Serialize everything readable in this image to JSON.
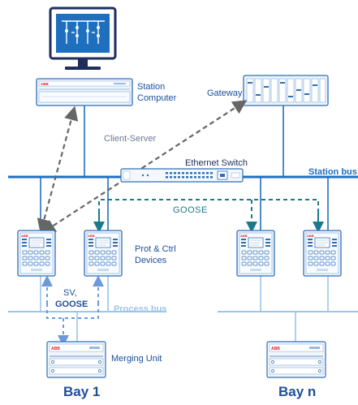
{
  "labels": {
    "station_computer_line1": "Station",
    "station_computer_line2": "Computer",
    "gateway": "Gateway",
    "client_server": "Client-Server",
    "ethernet_switch": "Ethernet Switch",
    "station_bus": "Station bus",
    "goose_top": "GOOSE",
    "prot_ctrl_line1": "Prot & Ctrl",
    "prot_ctrl_line2": "Devices",
    "sv": "SV,",
    "goose_sv": "GOOSE",
    "process_bus": "Process bus",
    "merging_unit": "Merging Unit",
    "bay1": "Bay 1",
    "bayn": "Bay n"
  },
  "brand": {
    "logo_text": "ABB"
  },
  "colors": {
    "station_bus": "#1f6fbf",
    "process_bus": "#9cc5ea",
    "client_server_arrow": "#666666",
    "goose_arrow": "#1a7a8a",
    "sv_arrow": "#6a9ad8",
    "device_frame": "#2f6fb5",
    "brand_red": "#d8232a"
  }
}
